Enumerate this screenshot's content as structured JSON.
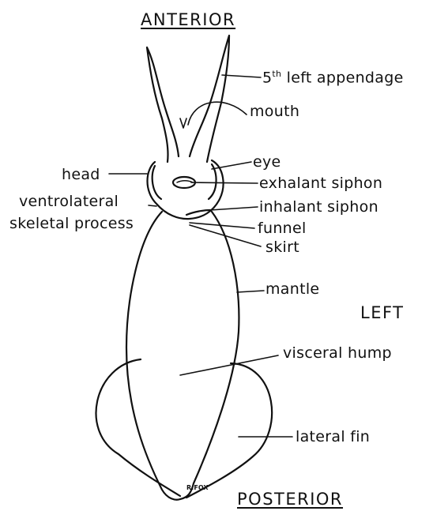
{
  "orientation": {
    "anterior": "ANTERIOR",
    "posterior": "POSTERIOR",
    "left": "LEFT"
  },
  "labels": {
    "appendage_prefix": "5",
    "appendage_sup": "th",
    "appendage_rest": " left appendage",
    "mouth": "mouth",
    "eye": "eye",
    "head": "head",
    "exhalant_siphon": "exhalant siphon",
    "inhalant_siphon": "inhalant siphon",
    "ventrolateral": "ventrolateral",
    "skeletal_process": "skeletal process",
    "funnel": "funnel",
    "skirt": "skirt",
    "mantle": "mantle",
    "visceral_hump": "visceral hump",
    "lateral_fin": "lateral fin"
  },
  "signature": "R.FOX"
}
